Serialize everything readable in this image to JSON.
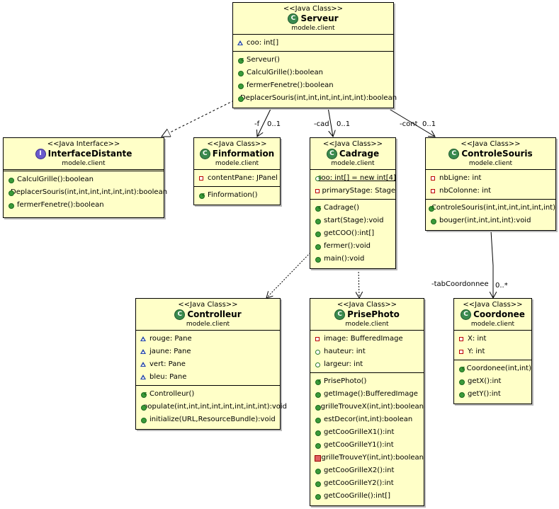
{
  "classes": {
    "serveur": {
      "stereotype": "<<Java Class>>",
      "name": "Serveur",
      "package": "modele.client",
      "fields": [
        "coo: int[]"
      ],
      "methods": [
        "Serveur()",
        "CalculGrille():boolean",
        "fermerFenetre():boolean",
        "DeplacerSouris(int,int,int,int,int,int):boolean"
      ]
    },
    "interfaceDistante": {
      "stereotype": "<<Java Interface>>",
      "name": "InterfaceDistante",
      "package": "modele.client",
      "methods": [
        "CalculGrille():boolean",
        "DeplacerSouris(int,int,int,int,int,int):boolean",
        "fermerFenetre():boolean"
      ]
    },
    "finformation": {
      "stereotype": "<<Java Class>>",
      "name": "Finformation",
      "package": "modele.client",
      "fields": [
        "contentPane: JPanel"
      ],
      "methods": [
        "Finformation()"
      ]
    },
    "cadrage": {
      "stereotype": "<<Java Class>>",
      "name": "Cadrage",
      "package": "modele.client",
      "fields": [
        "coo: int[] = new int[4]",
        "primaryStage: Stage"
      ],
      "methods": [
        "Cadrage()",
        "start(Stage):void",
        "getCOO():int[]",
        "fermer():void",
        "main():void"
      ]
    },
    "controleSouris": {
      "stereotype": "<<Java Class>>",
      "name": "ControleSouris",
      "package": "modele.client",
      "fields": [
        "nbLigne: int",
        "nbColonne: int"
      ],
      "methods": [
        "ControleSouris(int,int,int,int,int,int)",
        "bouger(int,int,int,int):void"
      ]
    },
    "controlleur": {
      "stereotype": "<<Java Class>>",
      "name": "Controlleur",
      "package": "modele.client",
      "fields": [
        "rouge: Pane",
        "jaune: Pane",
        "vert: Pane",
        "bleu: Pane"
      ],
      "methods": [
        "Controlleur()",
        "populate(int,int,int,int,int,int,int,int):void",
        "initialize(URL,ResourceBundle):void"
      ]
    },
    "prisePhoto": {
      "stereotype": "<<Java Class>>",
      "name": "PrisePhoto",
      "package": "modele.client",
      "fields": [
        "image: BufferedImage",
        "hauteur: int",
        "largeur: int"
      ],
      "methods": [
        "PrisePhoto()",
        "getImage():BufferedImage",
        "grilleTrouveX(int,int):boolean",
        "estDecor(int,int):boolean",
        "getCooGrilleX1():int",
        "getCooGrilleY1():int",
        "grilleTrouveY(int,int):boolean",
        "getCooGrilleX2():int",
        "getCooGrilleY2():int",
        "getCooGrille():int[]"
      ]
    },
    "coordonee": {
      "stereotype": "<<Java Class>>",
      "name": "Coordonee",
      "package": "modele.client",
      "fields": [
        "X: int",
        "Y: int"
      ],
      "methods": [
        "Coordonee(int,int)",
        "getX():int",
        "getY():int"
      ]
    }
  },
  "associations": {
    "f": {
      "role": "-f",
      "mult": "0..1"
    },
    "cad": {
      "role": "-cad",
      "mult": "0..1"
    },
    "cont": {
      "role": "-cont",
      "mult": "0..1"
    },
    "tab": {
      "role": "-tabCoordonnee",
      "mult": "0..*"
    }
  }
}
